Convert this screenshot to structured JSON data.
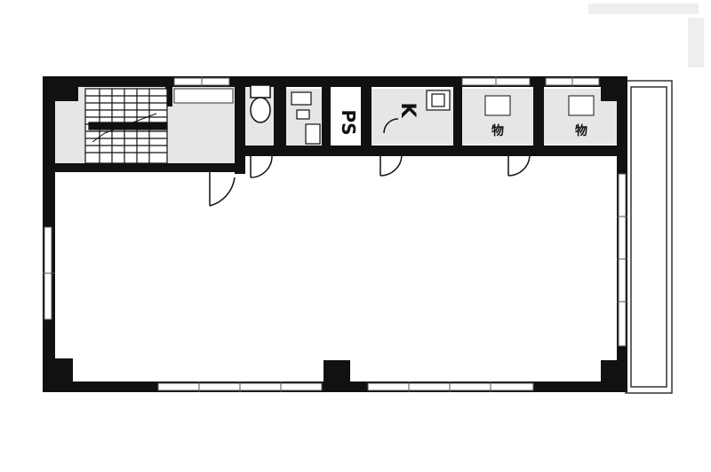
{
  "labels": {
    "ps": "PS",
    "kitchen": "K",
    "storage_1": "物",
    "storage_2": "物"
  },
  "colors": {
    "wall": "#111111",
    "utility_fill": "#e6e6e6",
    "window_line": "#555555",
    "background": "#ffffff"
  },
  "icons": {
    "toilet": "toilet-icon",
    "sink": "sink-icon",
    "stairs": "stairs-icon"
  }
}
